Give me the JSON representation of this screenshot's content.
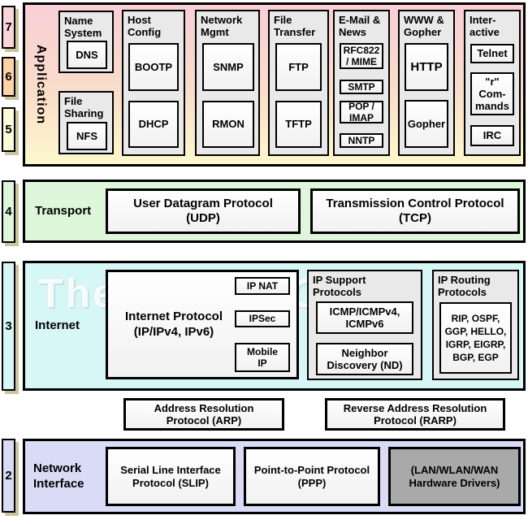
{
  "watermark": "The TCP/IP Guide",
  "layer_numbers": {
    "l7": "7",
    "l6": "6",
    "l5": "5",
    "l4": "4",
    "l3": "3",
    "l2": "2"
  },
  "application": {
    "label": "Application",
    "name_system": {
      "title": "Name\nSystem",
      "dns": "DNS"
    },
    "file_sharing": {
      "title": "File\nSharing",
      "nfs": "NFS"
    },
    "host_config": {
      "title": "Host\nConfig",
      "bootp": "BOOTP",
      "dhcp": "DHCP"
    },
    "network_mgmt": {
      "title": "Network\nMgmt",
      "snmp": "SNMP",
      "rmon": "RMON"
    },
    "file_transfer": {
      "title": "File\nTransfer",
      "ftp": "FTP",
      "tftp": "TFTP"
    },
    "email_news": {
      "title": "E-Mail &\nNews",
      "rfc822": "RFC822\n/ MIME",
      "smtp": "SMTP",
      "pop_imap": "POP /\nIMAP",
      "nntp": "NNTP"
    },
    "www_gopher": {
      "title": "WWW &\nGopher",
      "http": "HTTP",
      "gopher": "Gopher"
    },
    "interactive": {
      "title": "Inter-\nactive",
      "telnet": "Telnet",
      "r_commands": "\"r\"\nCom-\nmands",
      "irc": "IRC"
    }
  },
  "transport": {
    "label": "Transport",
    "udp": "User Datagram Protocol\n(UDP)",
    "tcp": "Transmission Control Protocol\n(TCP)"
  },
  "internet": {
    "label": "Internet",
    "ip": {
      "label": "Internet Protocol\n(IP/IPv4, IPv6)",
      "ip_nat": "IP NAT",
      "ipsec": "IPSec",
      "mobile_ip": "Mobile\nIP"
    },
    "support": {
      "title": "IP Support\nProtocols",
      "icmp": "ICMP/ICMPv4,\nICMPv6",
      "nd": "Neighbor\nDiscovery (ND)"
    },
    "routing": {
      "title": "IP Routing\nProtocols",
      "list": "RIP, OSPF,\nGGP, HELLO,\nIGRP, EIGRP,\nBGP, EGP"
    }
  },
  "arp": "Address Resolution\nProtocol (ARP)",
  "rarp": "Reverse Address Resolution\nProtocol (RARP)",
  "network_interface": {
    "label": "Network\nInterface",
    "slip": "Serial Line Interface\nProtocol (SLIP)",
    "ppp": "Point-to-Point Protocol\n(PPP)",
    "hw": "(LAN/WLAN/WAN\nHardware Drivers)"
  },
  "colors": {
    "layer7": "#f9d4da",
    "layer6": "#fbd3a4",
    "layer5": "#fdfbd9",
    "transport": "#def7da",
    "internet": "#d7f7f7",
    "network": "#dadbf7",
    "group": "#e9e9e9",
    "hardware": "#a9a9a9",
    "shadow": "#ccc49e",
    "app_top": "#f8cfd6",
    "app_mid": "#f9ddc9",
    "app_bottom": "#fdf8cc"
  }
}
